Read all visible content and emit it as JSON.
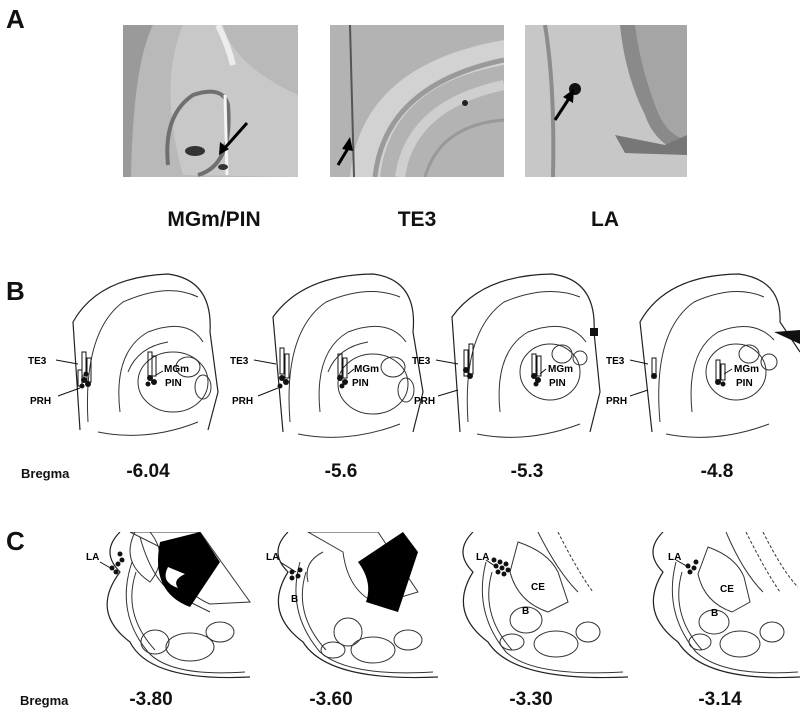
{
  "panels": {
    "a": {
      "letter": "A",
      "photos": [
        {
          "label": "MGm/PIN",
          "icon": "brain-slice-photo"
        },
        {
          "label": "TE3",
          "icon": "brain-slice-photo"
        },
        {
          "label": "LA",
          "icon": "brain-slice-photo"
        }
      ]
    },
    "b": {
      "letter": "B",
      "bregma_label": "Bregma",
      "bregma_values": [
        "-6.04",
        "-5.6",
        "-5.3",
        "-4.8"
      ],
      "region_labels": {
        "te3": "TE3",
        "prh": "PRH",
        "mgm": "MGm",
        "pin": "PIN"
      }
    },
    "c": {
      "letter": "C",
      "bregma_label": "Bregma",
      "bregma_values": [
        "-3.80",
        "-3.60",
        "-3.30",
        "-3.14"
      ],
      "region_labels": {
        "la": "LA",
        "b": "B",
        "ce": "CE"
      }
    }
  },
  "colors": {
    "ink": "#111111",
    "photo_bg": "#bdbdbd"
  }
}
